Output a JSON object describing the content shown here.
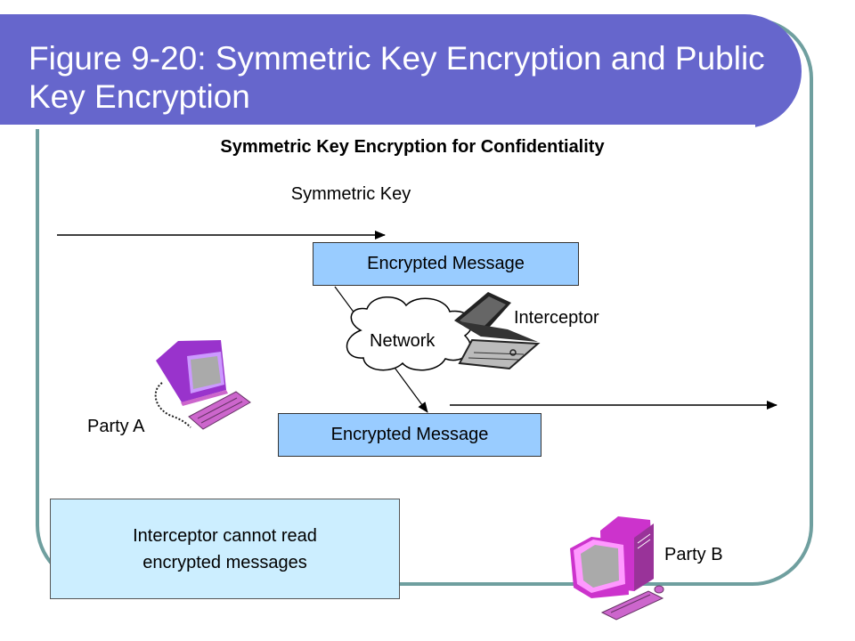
{
  "title": "Figure 9-20: Symmetric Key Encryption and Public Key Encryption",
  "subtitle": "Symmetric Key Encryption for Confidentiality",
  "symmetric_key_label": "Symmetric Key",
  "encrypted_message_top": "Encrypted Message",
  "encrypted_message_bottom": "Encrypted Message",
  "network_label": "Network",
  "interceptor_label": "Interceptor",
  "party_a_label": "Party A",
  "party_b_label": "Party B",
  "note_text": "Interceptor cannot read encrypted messages",
  "colors": {
    "title_bar": "#6666cc",
    "frame_border": "#6f9f9f",
    "message_box": "#99ccff",
    "note_box": "#cceeff",
    "computer": "#cc66cc"
  }
}
